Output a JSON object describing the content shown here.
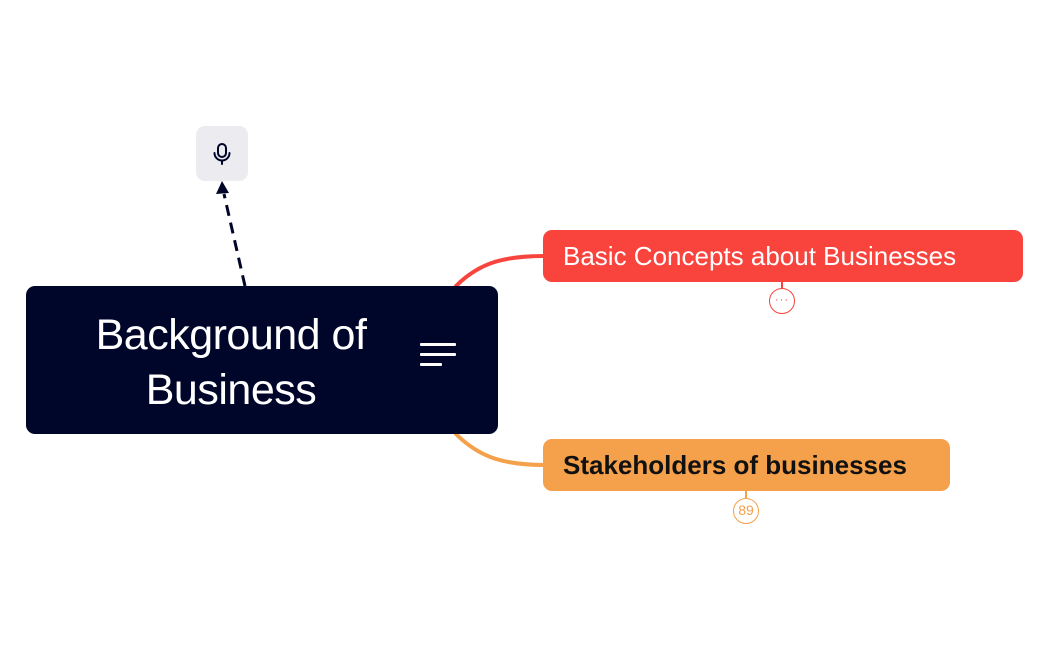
{
  "mindmap": {
    "root": {
      "title": "Background of\nBusiness",
      "notes_icon": "notes-lines-icon",
      "color": "#00052a"
    },
    "audio_note": {
      "icon": "microphone-icon",
      "background": "#ebebf0"
    },
    "branches": [
      {
        "label": "Basic Concepts about Businesses",
        "color": "#f8443d",
        "collapse_badge": "···"
      },
      {
        "label": "Stakeholders of businesses",
        "color": "#f5a04a",
        "collapse_badge": "89"
      }
    ]
  }
}
